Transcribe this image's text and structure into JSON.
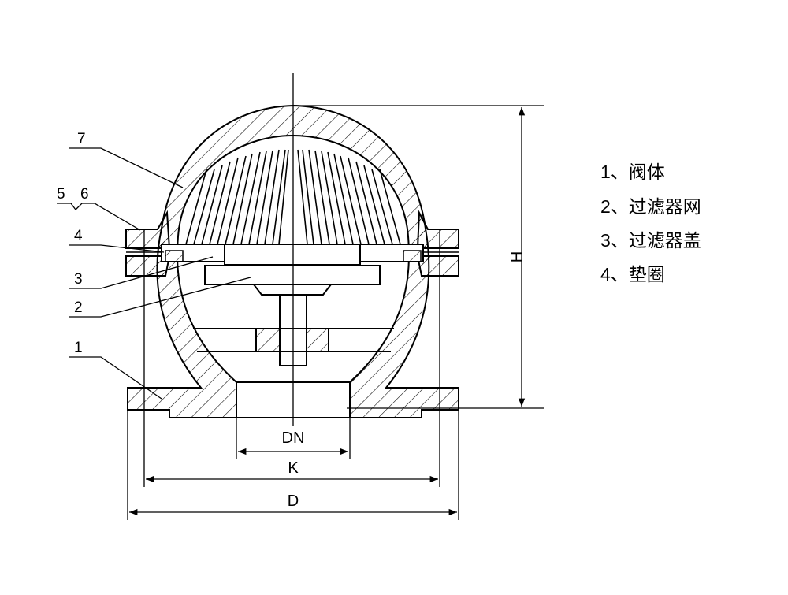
{
  "part_labels": {
    "p1": "1",
    "p2": "2",
    "p3": "3",
    "p4": "4",
    "p5": "5",
    "p6": "6",
    "p7": "7"
  },
  "dimensions": {
    "height": "H",
    "nominal_diameter": "DN",
    "bolt_circle": "K",
    "flange_diameter": "D"
  },
  "legend": [
    "1、阀体",
    "2、过滤器网",
    "3、过滤器盖",
    "4、垫圈"
  ],
  "colors": {
    "line": "#000000",
    "background": "#ffffff"
  }
}
